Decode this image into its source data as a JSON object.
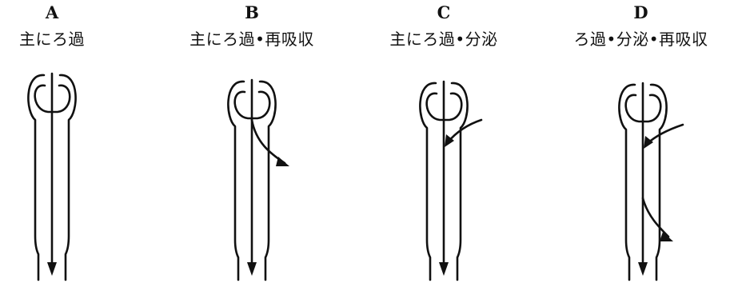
{
  "panels": [
    {
      "letter": "A",
      "caption": "主にろ過"
    },
    {
      "letter": "B",
      "caption": "主にろ過•再吸収"
    },
    {
      "letter": "C",
      "caption": "主にろ過•分泌"
    },
    {
      "letter": "D",
      "caption": "ろ過•分泌•再吸収"
    }
  ],
  "colors": {
    "stroke": "#111111",
    "background": "#ffffff"
  },
  "icons": {
    "tubule": "nephron-tubule-icon",
    "flow": "flow-arrow-icon"
  }
}
